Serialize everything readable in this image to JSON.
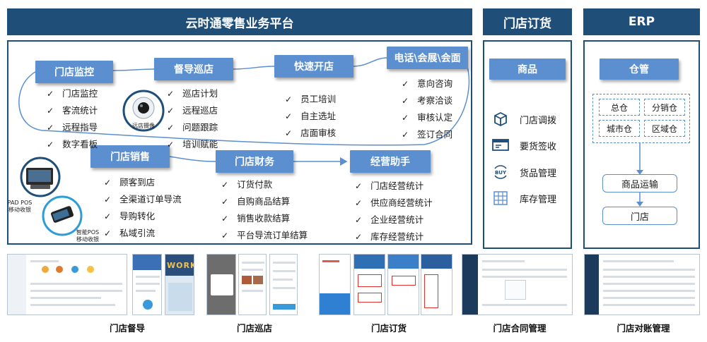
{
  "headers": {
    "main": "云时通零售业务平台",
    "ordering": "门店订货",
    "erp": "ERP"
  },
  "modules": {
    "monitor": {
      "title": "门店监控",
      "items": [
        "门店监控",
        "客流统计",
        "远程指导",
        "数字看板"
      ]
    },
    "patrol": {
      "title": "督导巡店",
      "items": [
        "巡店计划",
        "远程巡店",
        "问题跟踪",
        "培训赋能"
      ]
    },
    "quickopen": {
      "title": "快速开店",
      "items": [
        "员工培训",
        "自主选址",
        "店面审核"
      ]
    },
    "contact": {
      "title": "电话\\会展\\会面",
      "items": [
        "意向咨询",
        "考察洽谈",
        "审核认定",
        "签订合同"
      ]
    },
    "sales": {
      "title": "门店销售",
      "items": [
        "顾客到店",
        "全渠道订单导流",
        "导购转化",
        "私域引流"
      ]
    },
    "finance": {
      "title": "门店财务",
      "items": [
        "订货付款",
        "自购商品结算",
        "销售收款结算",
        "平台导流订单结算"
      ]
    },
    "assistant": {
      "title": "经营助手",
      "items": [
        "门店经营统计",
        "供应商经营统计",
        "企业经营统计",
        "库存经营统计"
      ]
    }
  },
  "devices": {
    "camera": "远店摄像",
    "pad_pos": [
      "PAD POS",
      "移动收银"
    ],
    "smart_pos": [
      "智能POS",
      "移动收银"
    ]
  },
  "ordering": {
    "title": "商品",
    "items": [
      {
        "icon": "box-icon",
        "label": "门店调拨"
      },
      {
        "icon": "truck-icon",
        "label": "要货签收"
      },
      {
        "icon": "buy-icon",
        "label": "货品管理"
      },
      {
        "icon": "warehouse-icon",
        "label": "库存管理"
      }
    ]
  },
  "erp": {
    "title": "仓管",
    "warehouses": [
      "总仓",
      "分销仓",
      "城市仓",
      "区域仓"
    ],
    "transport": "商品运输",
    "store": "门店"
  },
  "screenshots": {
    "captions": [
      "门店督导",
      "门店巡店",
      "门店订货",
      "门店合同管理",
      "门店对账管理"
    ],
    "work_banner": "WORK"
  },
  "colors": {
    "header": "#1f4e79",
    "label": "#5b8fd0",
    "accent": "#2e9cd6"
  }
}
